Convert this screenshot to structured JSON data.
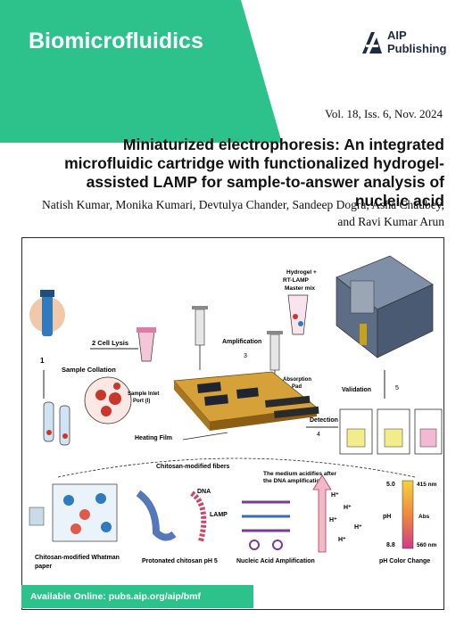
{
  "header": {
    "journal_name": "Biomicrofluidics",
    "publisher_line1": "AIP",
    "publisher_line2": "Publishing",
    "brand_color": "#2dc28c"
  },
  "issue": {
    "text": "Vol. 18, Iss. 6, Nov. 2024"
  },
  "article": {
    "title": "Miniaturized electrophoresis: An integrated microfluidic cartridge with functionalized hydrogel-assisted LAMP for sample-to-answer analysis of nucleic acid",
    "authors": "Natish Kumar, Monika Kumari, Devtulya Chander, Sandeep Dogra, Asha Chaubey, and Ravi Kumar Arun"
  },
  "figure": {
    "step1": "1",
    "sample_collation": "Sample Collation",
    "step2": "2 Cell Lysis",
    "hydrogel_line1": "Hydrogel +",
    "hydrogel_line2": "RT-LAMP",
    "hydrogel_line3": "Master mix",
    "amplification": "Amplification",
    "step3": "3",
    "sample_inlet_line1": "Sample Inlet",
    "sample_inlet_line2": "Port (I)",
    "absorption_line1": "Absorption",
    "absorption_line2": "Pad",
    "validation": "Validation",
    "step5": "5",
    "detection": "Detection",
    "step4": "4",
    "heating_film": "Heating Film",
    "chitosan_fibers": "Chitosan-modified fibers",
    "medium_line1": "The medium acidifies after",
    "medium_line2": "the DNA amplification",
    "dna": "DNA",
    "lamp": "LAMP",
    "whatman_line1": "Chitosan-modified Whatman",
    "whatman_line2": "paper",
    "protonated": "Protonated chitosan pH 5",
    "nucleic": "Nucleic Acid Amplification",
    "h_plus": "H⁺",
    "ph_top": "5.0",
    "ph_label": "pH",
    "ph_bottom": "8.8",
    "abs_top": "415 nm",
    "abs_label": "Abs",
    "abs_bottom": "560 nm",
    "ph_color_change": "pH Color Change"
  },
  "footer": {
    "available_online": "Available Online: pubs.aip.org/aip/bmf"
  }
}
